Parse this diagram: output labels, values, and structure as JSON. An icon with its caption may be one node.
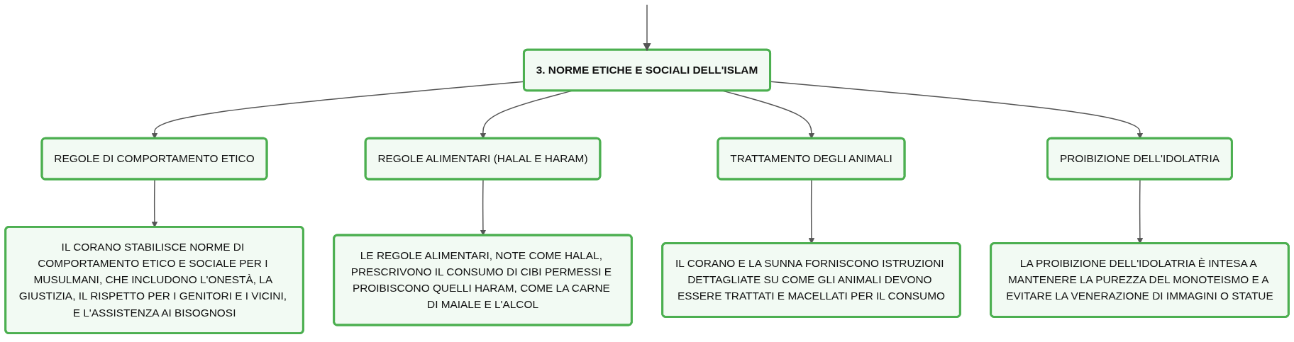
{
  "diagram": {
    "nodes": [
      {
        "text": [
          "3. NORME ETICHE E SOCIALI DELL'ISLAM"
        ]
      },
      {
        "text": [
          "REGOLE DI COMPORTAMENTO ETICO"
        ]
      },
      {
        "text": [
          "REGOLE ALIMENTARI (HALAL E HARAM)"
        ]
      },
      {
        "text": [
          "TRATTAMENTO DEGLI ANIMALI"
        ]
      },
      {
        "text": [
          "PROIBIZIONE DELL'IDOLATRIA"
        ]
      },
      {
        "text": [
          "IL CORANO STABILISCE NORME DI COMPORTAMENTO ETICO E SOCIALE PER I MUSULMANI, CHE INCLUDONO L'ONESTÀ, LA GIUSTIZIA, IL RISPETTO PER I GENITORI E I VICINI, E L'ASSISTENZA AI BISOGNOSI"
        ]
      },
      {
        "text": [
          "LE REGOLE ALIMENTARI, NOTE COME HALAL, PRESCRIVONO IL CONSUMO DI CIBI PERMESSI E PROIBISCONO QUELLI HARAM, COME LA CARNE DI MAIALE E L'ALCOL"
        ]
      },
      {
        "text": [
          "IL CORANO E LA SUNNA FORNISCONO ISTRUZIONI DETTAGLIATE SU COME GLI ANIMALI DEVONO ESSERE TRATTATI E MACELLATI PER IL CONSUMO"
        ]
      },
      {
        "text": [
          "LA PROIBIZIONE DELL'IDOLATRIA È INTESA A MANTENERE LA PUREZZA DEL MONOTEISMO E A EVITARE LA VENERAZIONE DI IMMAGINI O STATUE"
        ]
      }
    ],
    "edges": [
      {
        "from": null,
        "to": 0,
        "arrow": "to"
      },
      {
        "from": 0,
        "to": 1,
        "arrow": "to"
      },
      {
        "from": 0,
        "to": 2,
        "arrow": "to"
      },
      {
        "from": 0,
        "to": 3,
        "arrow": "to"
      },
      {
        "from": 0,
        "to": 4,
        "arrow": "to"
      },
      {
        "from": 1,
        "to": 5,
        "arrow": "to"
      },
      {
        "from": 2,
        "to": 6,
        "arrow": "to"
      },
      {
        "from": 3,
        "to": 7,
        "arrow": "to"
      },
      {
        "from": 4,
        "to": 8,
        "arrow": "to"
      }
    ]
  }
}
